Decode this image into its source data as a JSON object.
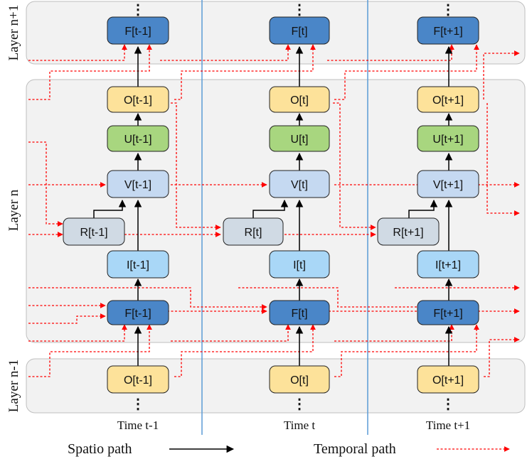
{
  "layers": [
    {
      "id": "n+1",
      "label": "Layer n+1"
    },
    {
      "id": "n",
      "label": "Layer n"
    },
    {
      "id": "n-1",
      "label": "Layer n-1"
    }
  ],
  "columns": [
    {
      "time_label": "Time t-1",
      "nodes": {
        "F_top": "F[t-1]",
        "O": "O[t-1]",
        "U": "U[t-1]",
        "V": "V[t-1]",
        "R": "R[t-1]",
        "I": "I[t-1]",
        "F": "F[t-1]",
        "O_bottom": "O[t-1]"
      }
    },
    {
      "time_label": "Time t",
      "nodes": {
        "F_top": "F[t]",
        "O": "O[t]",
        "U": "U[t]",
        "V": "V[t]",
        "R": "R[t]",
        "I": "I[t]",
        "F": "F[t]",
        "O_bottom": "O[t]"
      }
    },
    {
      "time_label": "Time t+1",
      "nodes": {
        "F_top": "F[t+1]",
        "O": "O[t+1]",
        "U": "U[t+1]",
        "V": "V[t+1]",
        "R": "R[t+1]",
        "I": "I[t+1]",
        "F": "F[t+1]",
        "O_bottom": "O[t+1]"
      }
    }
  ],
  "ellipsis": "⋮",
  "legend": {
    "spatio_label": "Spatio path",
    "temporal_label": "Temporal path"
  },
  "colors": {
    "F": "#4a86c8",
    "O": "#fde29a",
    "U": "#a8d67f",
    "V": "#c5d9f1",
    "R": "#d0dae4",
    "I": "#a9d7f7",
    "panel": "#f2f2f2",
    "temporal": "#ff0000",
    "spatio": "#000000",
    "separator": "#5b9bd5"
  }
}
